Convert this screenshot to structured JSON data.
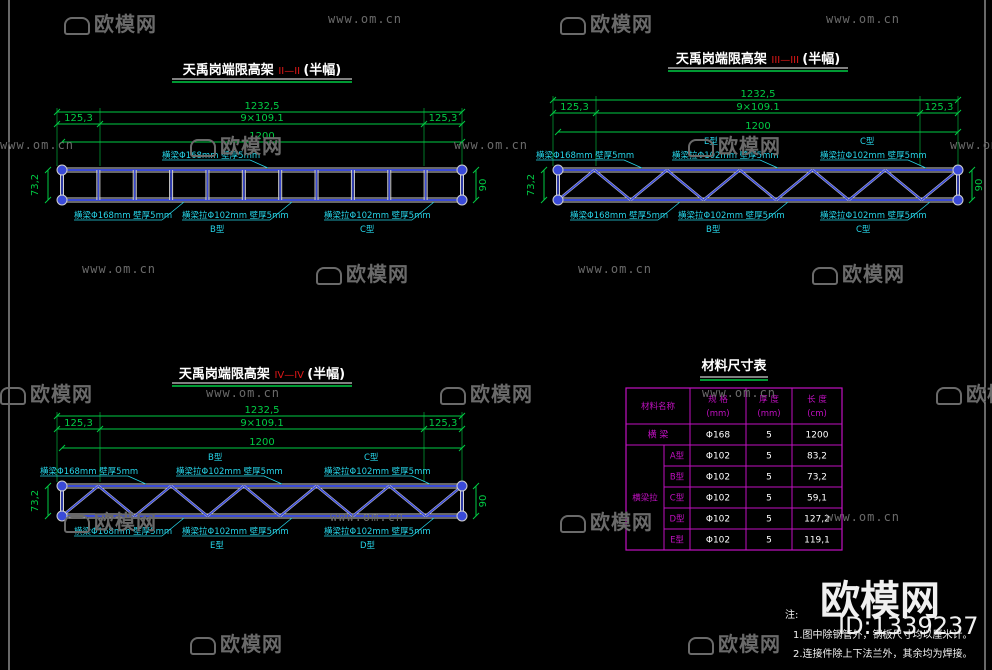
{
  "colors": {
    "background": "#000000",
    "dimension": "#00cc44",
    "member": "#3a4ad8",
    "label": "#26d4e8",
    "title": "#ffffff",
    "section_mark": "#e01818",
    "table_border": "#c010c0",
    "watermark": "#6a6a6a"
  },
  "watermark": {
    "brand": "欧模网",
    "url": "www.om.cn"
  },
  "brand": {
    "name": "欧模网",
    "id": "ID:1339237"
  },
  "panels": [
    {
      "id": "p1",
      "title_prefix": "天禹岗端限高架",
      "section": "II—II",
      "title_suffix": "(半幅)",
      "dim_total": "1232,5",
      "dim_left": "125,3",
      "dim_mid": "9×109.1",
      "dim_right": "125,3",
      "dim_inner": "1200",
      "dim_height_left": "73,2",
      "dim_height_right": "90",
      "bracing": "vertical",
      "top_labels": [
        "横梁Φ168mm 壁厚5mm"
      ],
      "bottom_labels": [
        "横梁Φ168mm 壁厚5mm",
        "横梁拉Φ102mm 壁厚5mm",
        "横梁拉Φ102mm 壁厚5mm"
      ],
      "zone_labels": [
        "B型",
        "C型"
      ]
    },
    {
      "id": "p2",
      "title_prefix": "天禹岗端限高架",
      "section": "III—III",
      "title_suffix": "(半幅)",
      "dim_total": "1232,5",
      "dim_left": "125,3",
      "dim_mid": "9×109.1",
      "dim_right": "125,3",
      "dim_inner": "1200",
      "dim_height_left": "73,2",
      "dim_height_right": "90",
      "bracing": "diagonal",
      "top_labels": [
        "横梁Φ168mm 壁厚5mm",
        "横梁拉Φ102mm 壁厚5mm",
        "横梁拉Φ102mm 壁厚5mm"
      ],
      "bottom_labels": [
        "横梁Φ168mm 壁厚5mm",
        "横梁拉Φ102mm 壁厚5mm",
        "横梁拉Φ102mm 壁厚5mm"
      ],
      "top_zone_labels": [
        "E型",
        "C型"
      ],
      "zone_labels": [
        "B型",
        "C型"
      ]
    },
    {
      "id": "p3",
      "title_prefix": "天禹岗端限高架",
      "section": "IV—IV",
      "title_suffix": "(半幅)",
      "dim_total": "1232,5",
      "dim_left": "125,3",
      "dim_mid": "9×109.1",
      "dim_right": "125,3",
      "dim_inner": "1200",
      "dim_height_left": "73,2",
      "dim_height_right": "90",
      "bracing": "diagonal",
      "top_labels": [
        "横梁Φ168mm 壁厚5mm",
        "横梁拉Φ102mm 壁厚5mm",
        "横梁拉Φ102mm 壁厚5mm"
      ],
      "bottom_labels": [
        "横梁Φ168mm 壁厚5mm",
        "横梁拉Φ102mm 壁厚5mm",
        "横梁拉Φ102mm 壁厚5mm"
      ],
      "top_zone_labels": [
        "B型",
        "C型"
      ],
      "zone_labels": [
        "E型",
        "D型"
      ]
    }
  ],
  "table": {
    "title": "材料尺寸表",
    "headers": [
      "材料名称",
      "规 格\n(mm)",
      "厚 度\n(mm)",
      "长 度\n(cm)"
    ],
    "beam_row": [
      "横 梁",
      "Φ168",
      "5",
      "1200"
    ],
    "group_name": "横梁拉",
    "rows": [
      [
        "A型",
        "Φ102",
        "5",
        "83,2"
      ],
      [
        "B型",
        "Φ102",
        "5",
        "73,2"
      ],
      [
        "C型",
        "Φ102",
        "5",
        "59,1"
      ],
      [
        "D型",
        "Φ102",
        "5",
        "127,2"
      ],
      [
        "E型",
        "Φ102",
        "5",
        "119,1"
      ]
    ]
  },
  "notes": {
    "label": "注:",
    "lines": [
      "1.图中除钢管外，钢板尺寸均以厘米计。",
      "2.连接件除上下法兰外，其余均为焊接。"
    ]
  }
}
